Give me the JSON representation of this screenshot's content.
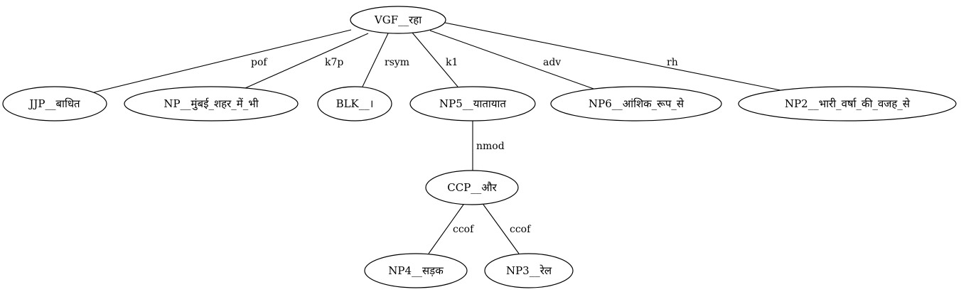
{
  "diagram": {
    "nodes": [
      {
        "id": "root",
        "label": "VGF__रहा"
      },
      {
        "id": "n1",
        "label": "JJP__बाधित"
      },
      {
        "id": "n2",
        "label": "NP__मुंबई_शहर_में_भी"
      },
      {
        "id": "n3",
        "label": "BLK__।"
      },
      {
        "id": "n4",
        "label": "NP5__यातायात"
      },
      {
        "id": "n5",
        "label": "NP6__आंशिक_रूप_से"
      },
      {
        "id": "n6",
        "label": "NP2__भारी_वर्षा_की_वजह_से"
      },
      {
        "id": "n7",
        "label": "CCP__और"
      },
      {
        "id": "n8",
        "label": "NP4__सड़क"
      },
      {
        "id": "n9",
        "label": "NP3__रेल"
      }
    ],
    "edges": [
      {
        "from": "root",
        "to": "n1",
        "label": "pof"
      },
      {
        "from": "root",
        "to": "n2",
        "label": "k7p"
      },
      {
        "from": "root",
        "to": "n3",
        "label": "rsym"
      },
      {
        "from": "root",
        "to": "n4",
        "label": "k1"
      },
      {
        "from": "root",
        "to": "n5",
        "label": "adv"
      },
      {
        "from": "root",
        "to": "n6",
        "label": "rh"
      },
      {
        "from": "n4",
        "to": "n7",
        "label": "nmod"
      },
      {
        "from": "n7",
        "to": "n8",
        "label": "ccof"
      },
      {
        "from": "n7",
        "to": "n9",
        "label": "ccof"
      }
    ]
  }
}
